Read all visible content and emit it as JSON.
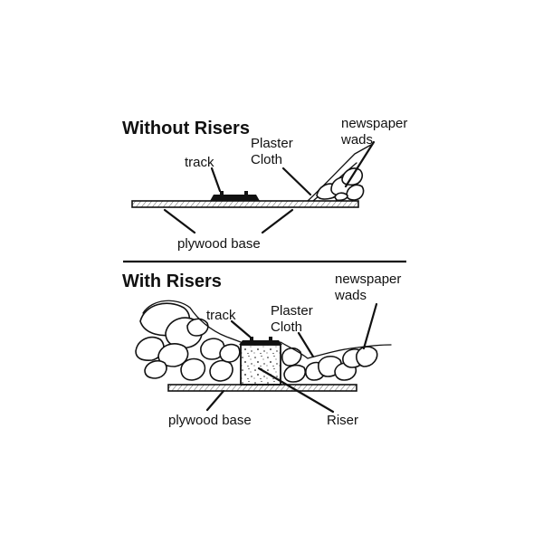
{
  "without_risers": {
    "title": "Without Risers",
    "labels": {
      "newspaper": [
        "newspaper",
        "wads"
      ],
      "plaster": [
        "Plaster",
        "Cloth"
      ],
      "track": "track",
      "plywood": "plywood base"
    }
  },
  "with_risers": {
    "title": "With Risers",
    "labels": {
      "newspaper": [
        "newspaper",
        "wads"
      ],
      "plaster": [
        "Plaster",
        "Cloth"
      ],
      "track": "track",
      "plywood": "plywood base",
      "riser": "Riser"
    }
  }
}
